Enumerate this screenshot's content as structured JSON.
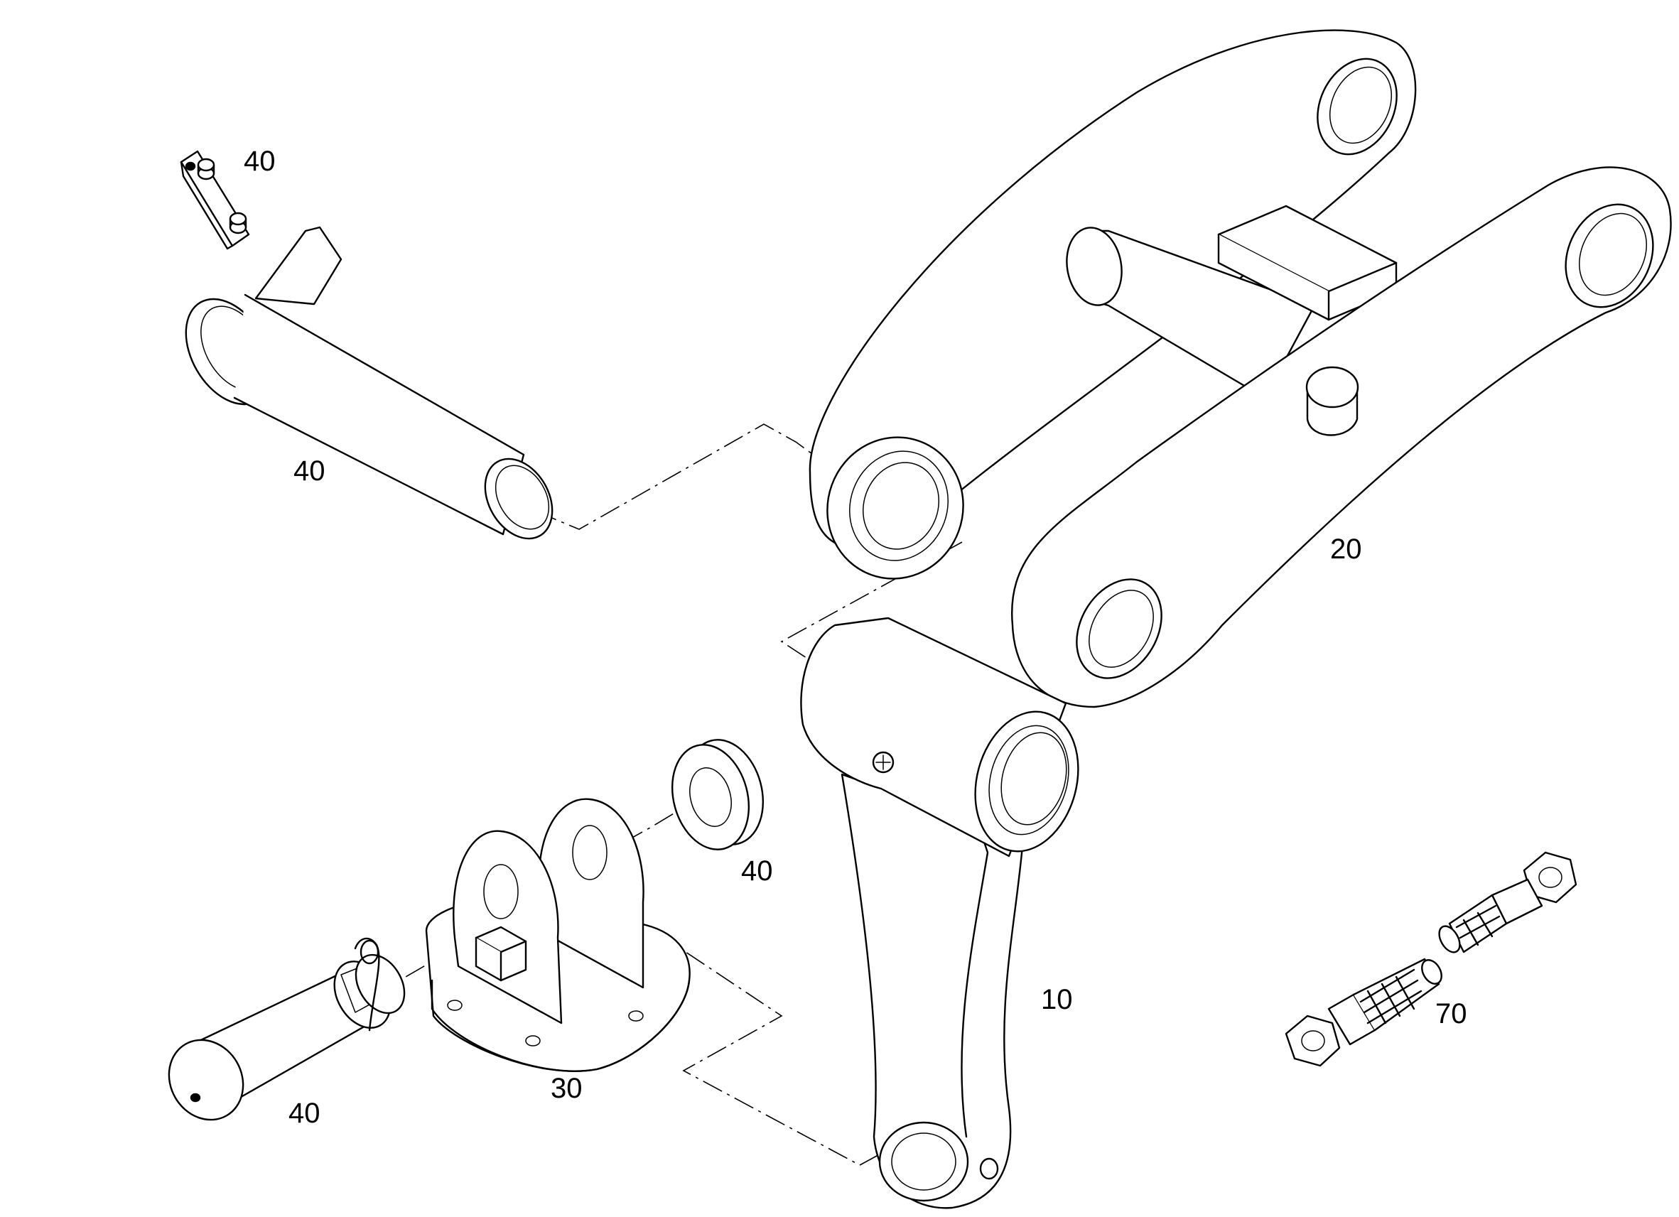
{
  "diagram": {
    "callouts": {
      "clip_plate": "40",
      "long_pin": "40",
      "link_arm": "20",
      "spacer_ring": "40",
      "lever": "10",
      "bracket": "30",
      "short_pin": "40",
      "bolt_set": "70"
    }
  }
}
